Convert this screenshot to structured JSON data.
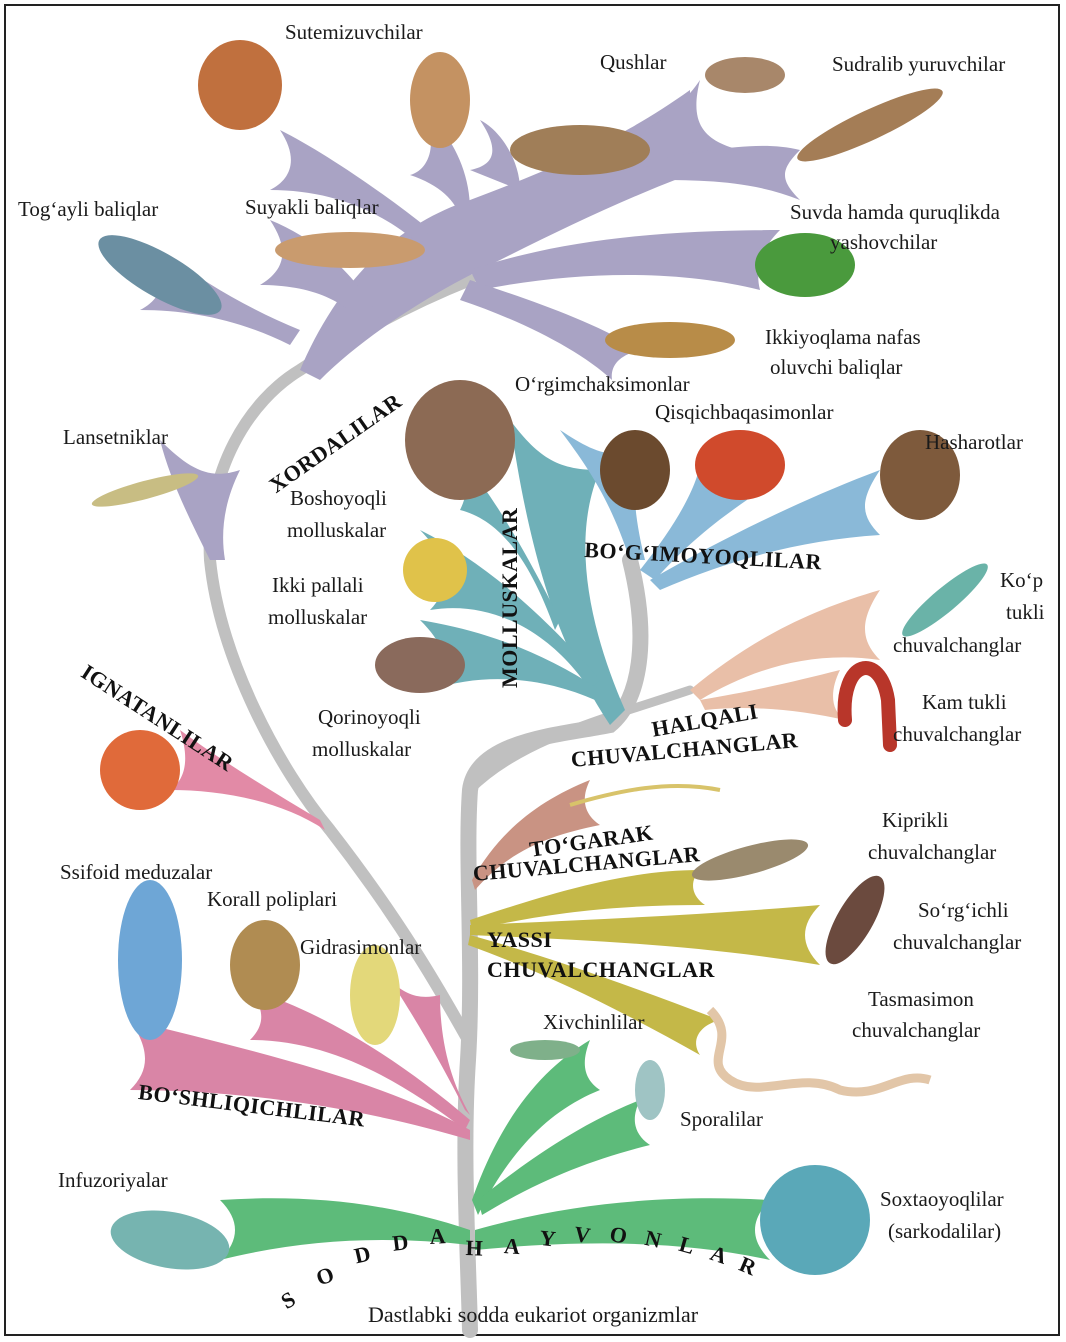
{
  "caption": "Dastlabki sodda eukariot organizmlar",
  "colors": {
    "trunk": "#bdbdbd",
    "chordates": "#a9a3c4",
    "molluscs": "#6fb0b8",
    "arthropods": "#8ab9d8",
    "annelids": "#e9bfa8",
    "roundworms": "#c99383",
    "flatworms": "#c4b848",
    "echinoderms": "#e28aa6",
    "coelenterates": "#d985a6",
    "protozoa": "#5dbb7a"
  },
  "groups": {
    "xordalilar": "XORDALILAR",
    "molluskalar": "MOLLUSKALAR",
    "bogimoyoqlilar": "BO‘G‘IMOYOQLILAR",
    "ignatanlilar": "IGNATANLILAR",
    "halqali_1": "HALQALI",
    "halqali_2": "CHUVALCHANGLAR",
    "togarak_1": "TO‘GARAK",
    "togarak_2": "CHUVALCHANGLAR",
    "yassi_1": "YASSI",
    "yassi_2": "CHUVALCHANGLAR",
    "boshliqichlilar": "BO‘SHLIQICHLILAR",
    "sodda": [
      "S",
      "O",
      "D",
      "D",
      "A"
    ],
    "hayvonlar": [
      "H",
      "A",
      "Y",
      "V",
      "O",
      "N",
      "L",
      "A",
      "R"
    ]
  },
  "labels": {
    "sutemizuvchilar": "Sutemizuvchilar",
    "qushlar": "Qushlar",
    "sudralib": "Sudralib yuruvchilar",
    "togayli": "Tog‘ayli baliqlar",
    "suyakli": "Suyakli baliqlar",
    "suvda_1": "Suvda hamda quruqlikda",
    "suvda_2": "yashovchilar",
    "ikkiyoqlama_1": "Ikkiyoqlama nafas",
    "ikkiyoqlama_2": "oluvchi baliqlar",
    "orgimchak": "O‘rgimchaksimonlar",
    "qisqichbaqa": "Qisqichbaqasimonlar",
    "hasharotlar": "Hasharotlar",
    "lansetniklar": "Lansetniklar",
    "boshoyoqli_1": "Boshoyoqli",
    "boshoyoqli_2": "molluskalar",
    "ikkipallali_1": "Ikki pallali",
    "ikkipallali_2": "molluskalar",
    "qorinoyoqli_1": "Qorinoyoqli",
    "qorinoyoqli_2": "molluskalar",
    "koptukli_1": "Ko‘p",
    "koptukli_2": "tukli",
    "koptukli_3": "chuvalchanglar",
    "kamtukli_1": "Kam tukli",
    "kamtukli_2": "chuvalchanglar",
    "kiprikli_1": "Kiprikli",
    "kiprikli_2": "chuvalchanglar",
    "sorgichli_1": "So‘rg‘ichli",
    "sorgichli_2": "chuvalchanglar",
    "tasmasimon_1": "Tasmasimon",
    "tasmasimon_2": "chuvalchanglar",
    "ssifoid": "Ssifoid meduzalar",
    "korall": "Korall poliplari",
    "gidrasimon": "Gidrasimonlar",
    "xivchinlilar": "Xivchinlilar",
    "sporalilar": "Sporalilar",
    "infuzoriyalar": "Infuzoriyalar",
    "soxtaoyoqli_1": "Soxtaoyoqlilar",
    "soxtaoyoqli_2": "(sarkodalilar)"
  }
}
